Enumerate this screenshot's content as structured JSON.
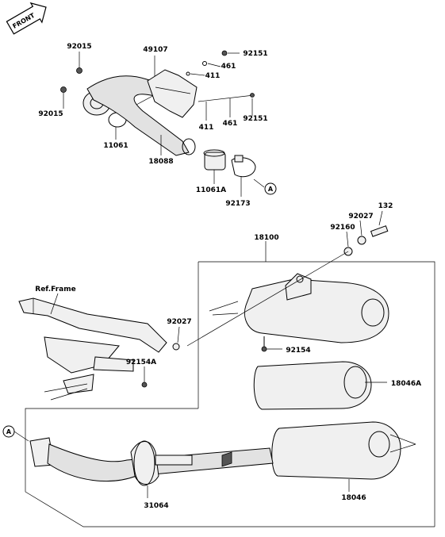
{
  "front_badge": {
    "text": "FRONT",
    "icon": "front-arrow-icon"
  },
  "ref_frame": "Ref.Frame",
  "callout_marker": "A",
  "part_labels": {
    "p92015_top": "92015",
    "p92015_left": "92015",
    "p49107": "49107",
    "p92151_top": "92151",
    "p461_top": "461",
    "p411_top": "411",
    "p411_bottom": "411",
    "p461_bottom": "461",
    "p92151_bottom": "92151",
    "p11061": "11061",
    "p18088": "18088",
    "p11061A": "11061A",
    "p92173": "92173",
    "p132": "132",
    "p92027_top": "92027",
    "p92160": "92160",
    "p18100": "18100",
    "p92027_mid": "92027",
    "p92154": "92154",
    "p18046A": "18046A",
    "p92154A": "92154A",
    "p31064": "31064",
    "p18046": "18046"
  }
}
